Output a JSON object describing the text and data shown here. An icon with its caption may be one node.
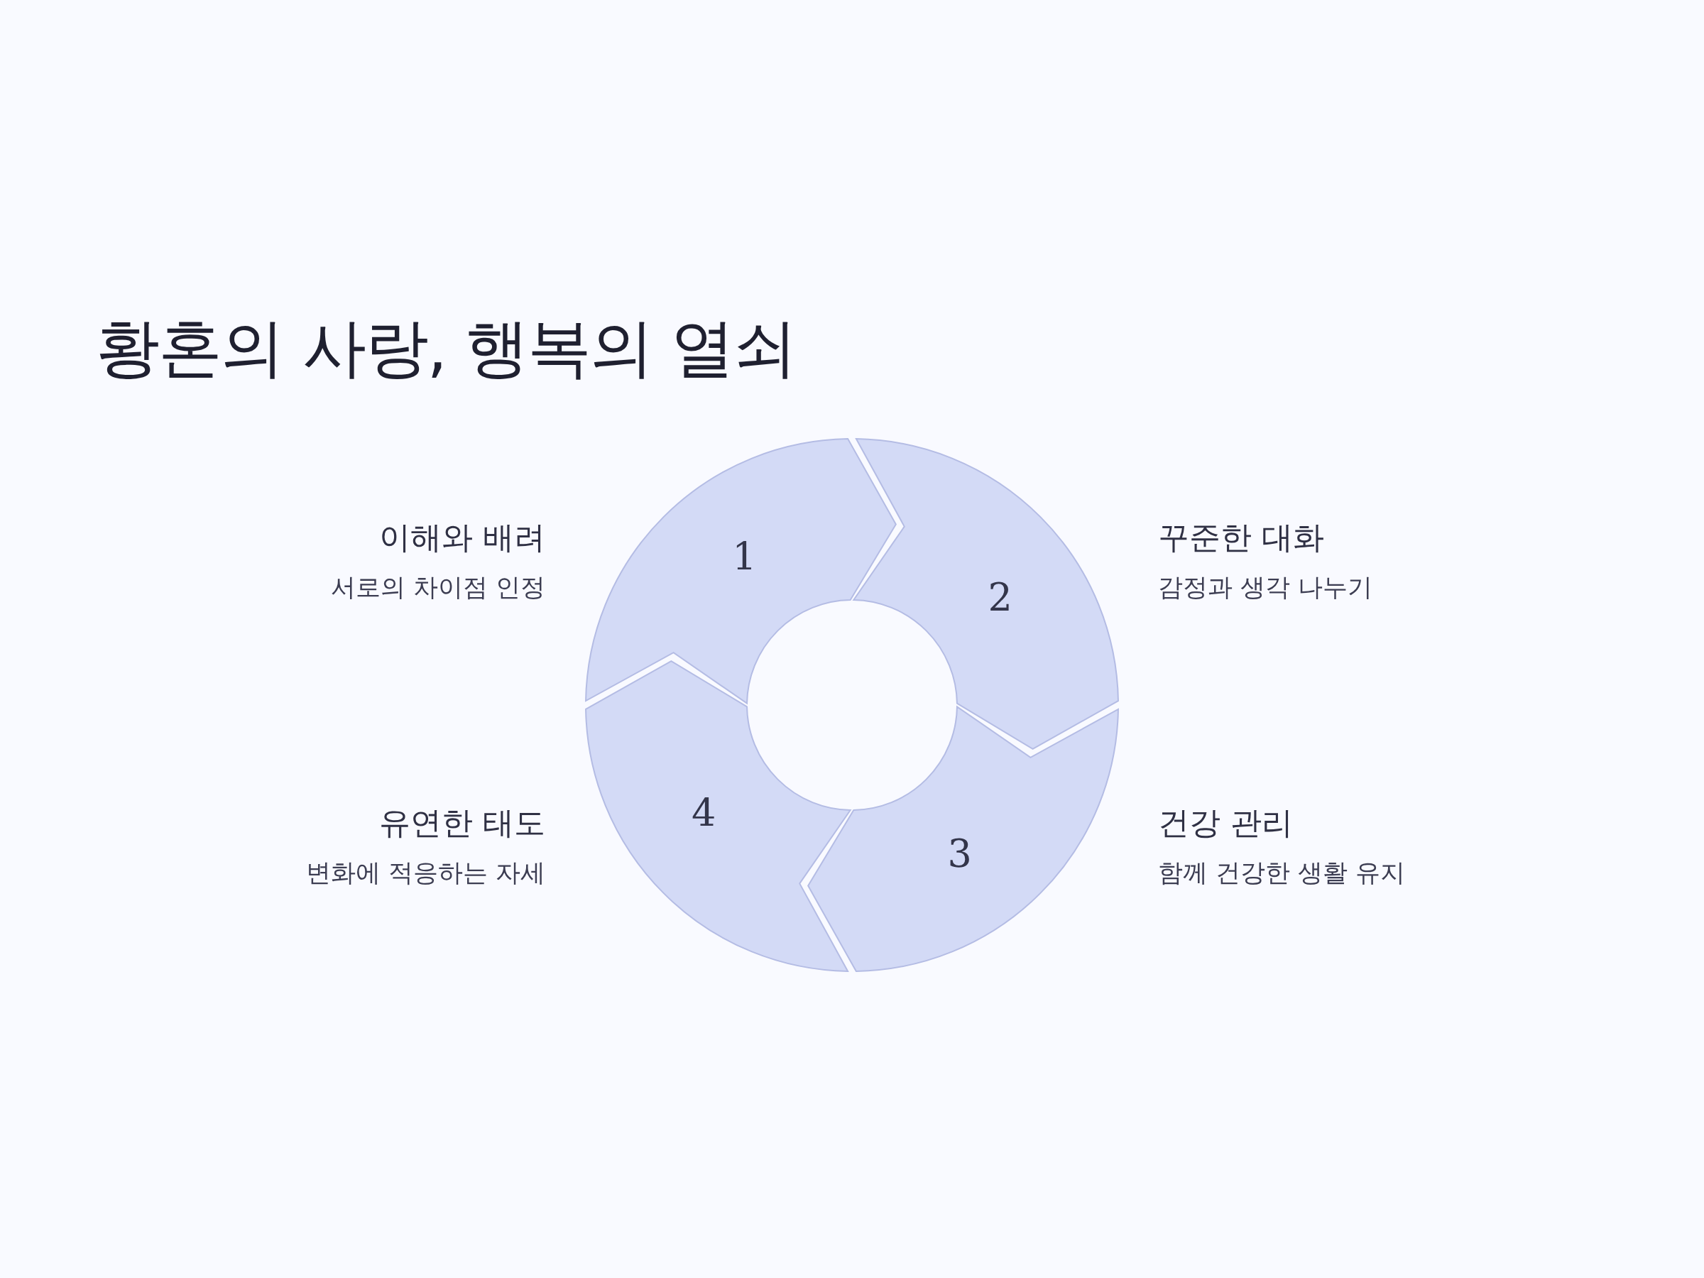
{
  "diagram": {
    "title": "황혼의 사랑, 행복의 열쇠",
    "nodes": [
      {
        "text": [
          "1"
        ],
        "beside": [
          "이해와 배려",
          "서로의 차이점 인정"
        ]
      },
      {
        "text": [
          "2"
        ],
        "beside": [
          "꾸준한 대화",
          "감정과 생각 나누기"
        ]
      },
      {
        "text": [
          "3"
        ],
        "beside": [
          "건강 관리",
          "함께 건강한 생활 유지"
        ]
      },
      {
        "text": [
          "4"
        ],
        "beside": [
          "유연한 태도",
          "변화에 적응하는 자세"
        ]
      }
    ]
  }
}
